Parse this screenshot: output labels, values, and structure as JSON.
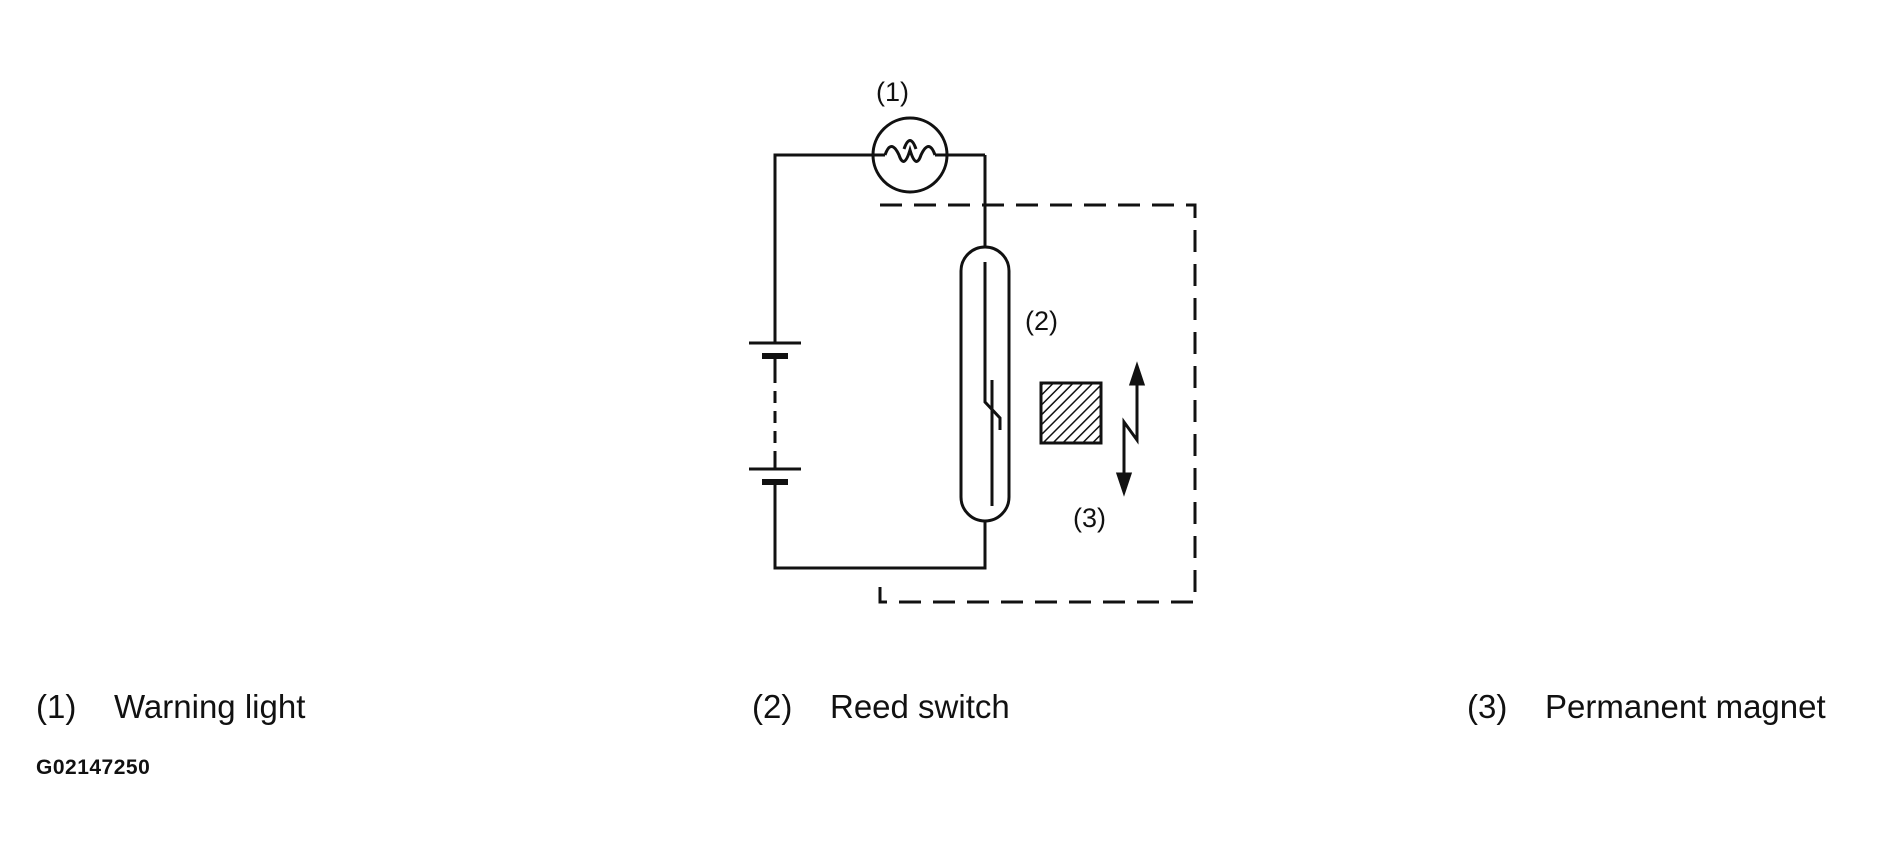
{
  "callouts": {
    "c1": "(1)",
    "c2": "(2)",
    "c3": "(3)"
  },
  "legend": [
    {
      "num": "(1)",
      "label": "Warning light"
    },
    {
      "num": "(2)",
      "label": "Reed switch"
    },
    {
      "num": "(3)",
      "label": "Permanent magnet"
    }
  ],
  "figure_id": "G02147250",
  "colors": {
    "line": "#111111",
    "background": "#ffffff"
  }
}
